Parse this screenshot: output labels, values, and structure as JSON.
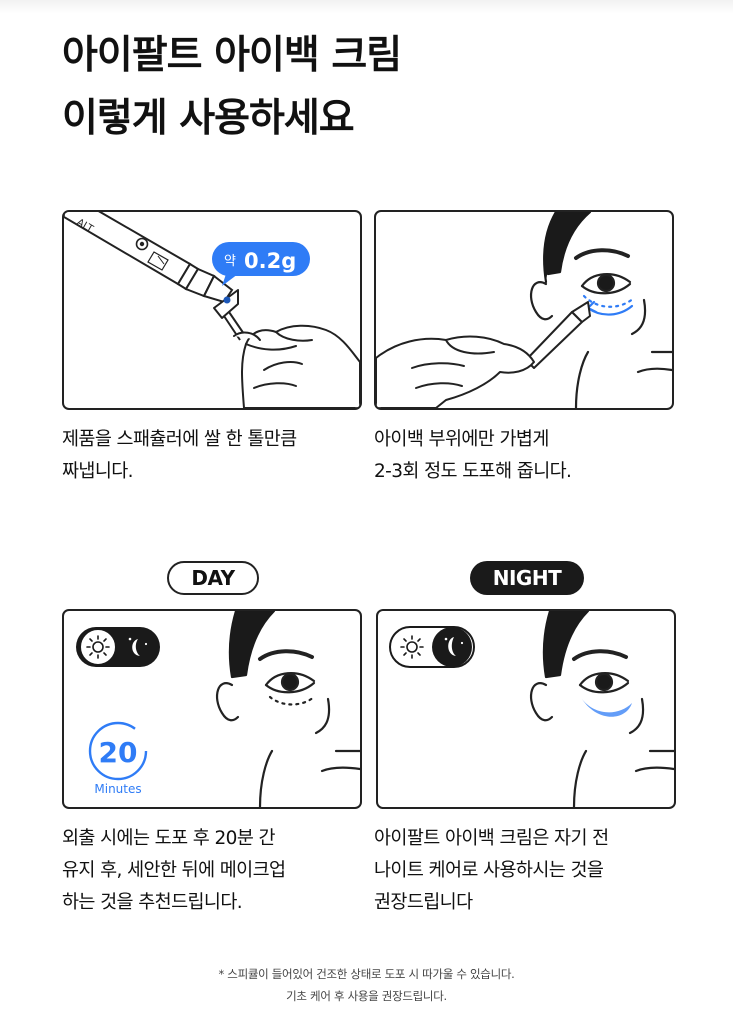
{
  "title": {
    "line1": "아이팔트 아이백 크림",
    "line2": "이렇게 사용하세요"
  },
  "steps": [
    {
      "desc_line1": "제품을 스패츌러에 쌀 한 톨만큼",
      "desc_line2": "짜냅니다.",
      "bubble": "약",
      "bubble_value": "0.2g",
      "tube_label": "ALT"
    },
    {
      "desc_line1": "아이백 부위에만 가볍게",
      "desc_line2": "2-3회 정도 도포해 줍니다."
    },
    {
      "tag": "DAY",
      "timer_value": "20",
      "timer_unit": "Minutes",
      "desc_line1": "외출 시에는 도포 후 20분 간",
      "desc_line2": "유지 후, 세안한 뒤에 메이크업",
      "desc_line3": "하는 것을 추천드립니다."
    },
    {
      "tag": "NIGHT",
      "desc_line1": "아이팔트 아이백 크림은 자기 전",
      "desc_line2": "나이트 케어로 사용하시는 것을",
      "desc_line3": "권장드립니다"
    }
  ],
  "footnote": {
    "line1": "* 스피큘이 들어있어 건조한 상태로 도포 시 따가울 수 있습니다.",
    "line2": "기초 케어 후 사용을 권장드립니다."
  },
  "colors": {
    "accent_blue": "#2f7cf6",
    "ink": "#1a1a1a"
  }
}
